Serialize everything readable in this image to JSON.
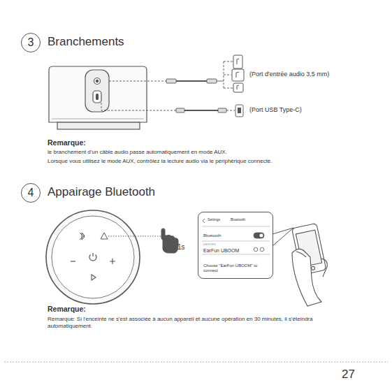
{
  "diagram": {
    "nodes": [
      {
        "text": [
          "3",
          "Branchements"
        ]
      },
      {
        "text": [
          "4",
          "Appairage Bluetooth"
        ]
      },
      {
        "text": [
          "Settings",
          "Bluetooth",
          "Bluetooth",
          "DEVICES",
          "EarFun UBOOM",
          "Choose \"EarFun UBOOM\" to connect"
        ]
      }
    ],
    "labels": [
      "(Port d'entrée audio 3,5 mm)",
      "(Port USB Type-C)",
      "Remarque:",
      "le branchement d'un câble audio passe automatiquement en mode AUX.",
      "Lorsque vous utilisez le mode AUX, contrôlez la lecture audio via le périphérique connecté.",
      "1s",
      "Remarque:",
      "Remarque: Si l'enceinte ne s'est associée à aucun appareil et aucune opération en 30 minutes, il s'éteindra automatiquement.",
      "27"
    ]
  }
}
